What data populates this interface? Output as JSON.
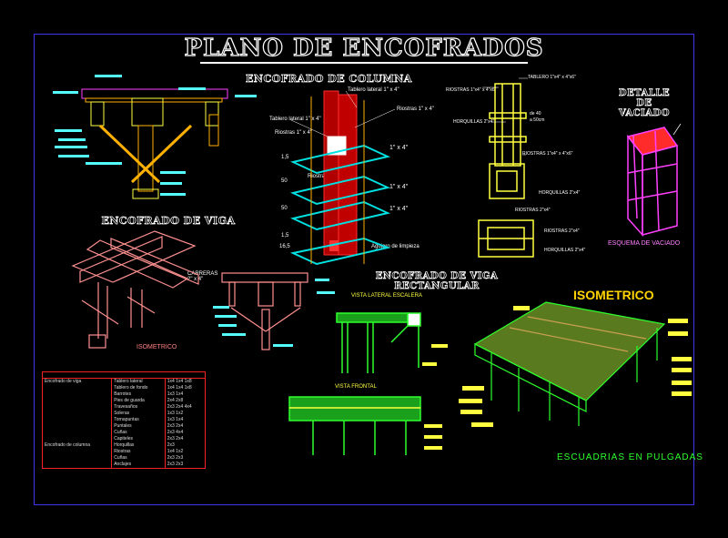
{
  "title": "PLANO DE ENCOFRADOS",
  "sections": {
    "columna": "ENCOFRADO DE COLUMNA",
    "viga": "ENCOFRADO DE VIGA",
    "viga_rect": "ENCOFRADO DE VIGA RECTANGULAR",
    "detalle": [
      "DETALLE",
      "DE",
      "VACIADO"
    ],
    "vista_lateral": "VISTA LATERAL ESCALERA",
    "vista_frontal": "VISTA FRONTAL",
    "isometrico_big": "ISOMETRICO",
    "isometrico_small": "ISOMETRICO",
    "esquema": "ESQUEMA DE VACIADO",
    "carreras": [
      "CARRERAS",
      "2\" x 4\""
    ]
  },
  "column_labels": {
    "tablero1": "Tablero lateral 1\" x 4\"",
    "tablero2": "Tablero lateral 1\" x 4\"",
    "riostra1": "Riostras 1\" x 4\"",
    "riostra2": "Riostras 1\" x 4\"",
    "riostra3": "Riostras 1\" x 4\"",
    "size1": "1\" x 4\"",
    "size2": "1\" x 4\"",
    "size3": "1\" x 4\"",
    "agujero": "Agujero de limpieza",
    "d15a": "1,5",
    "d50a": "50",
    "d50b": "50",
    "d15b": "1,5",
    "d165": "16,5"
  },
  "detail_labels": {
    "l1": "TABLERO 1\"x4\" x 4\"x6\"",
    "l2": "RIOSTRAS 1\"x4\" x 4\"x6\"",
    "l3": "HORQUILLAS 2\"x4\"",
    "l4": "de 40",
    "l5": "a 50cm",
    "l6": "RIOSTRAS 1\"x4\" x 4\"x6\"",
    "l7": "HORQUILLAS 2\"x4\"",
    "l8": "RIOSTRAS 2\"x4\"",
    "l9": "RIOSTRAS 2\"x4\"",
    "l10": "HORQUILLAS 2\"x4\""
  },
  "materials": {
    "header": "",
    "groups": [
      {
        "name": "Encofrado de viga",
        "rows": [
          [
            "Tablero lateral",
            "1x4  1x4  1x8"
          ],
          [
            "Tablero de fondo",
            "1x4  1x4  1x8"
          ],
          [
            "Barrotes",
            "1x3  1x4"
          ],
          [
            "Pies de guarda",
            "2x4  2x8"
          ],
          [
            "Travesaños",
            "2x3  2x4  4x4"
          ],
          [
            "Soleras",
            "1x3  1x2"
          ],
          [
            "Tornapuntas",
            "1x3  1x4"
          ],
          [
            "Puntales",
            "2x3  2x4"
          ],
          [
            "Cuñas",
            "2x3  4x4"
          ],
          [
            "Capiteles",
            "2x3  2x4"
          ]
        ]
      },
      {
        "name": "Encofrado de columna",
        "rows": [
          [
            "Horquillas",
            "2x3"
          ],
          [
            "Riostras",
            "1x4  1x2"
          ],
          [
            "Cuñas",
            "2x3  2x3"
          ],
          [
            "Anclajes",
            "2x3  2x3"
          ]
        ]
      }
    ]
  },
  "footer": "ESCUADRIAS EN PULGADAS",
  "colors": {
    "frame": "#3a3ae8",
    "cyan": "#55ffff",
    "yellow": "#ffd400",
    "green": "#2dff2d",
    "red": "#ff4040",
    "pink": "#ff80a0",
    "magenta": "#ff40ff"
  }
}
